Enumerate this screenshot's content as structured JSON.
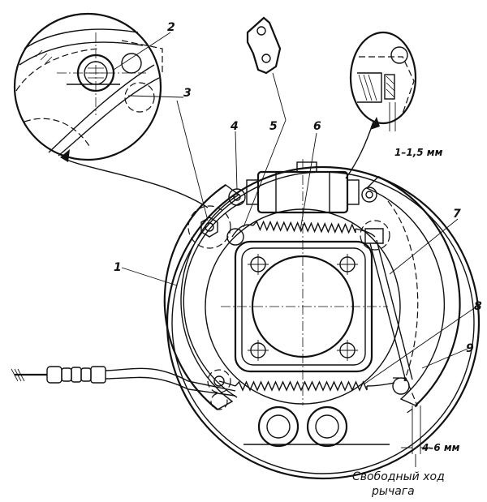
{
  "callouts": [
    "1",
    "2",
    "3",
    "4",
    "5",
    "6",
    "7",
    "8",
    "9"
  ],
  "dimensions": {
    "shoe_gap": "1–1,5 мм",
    "lever_travel": "4–6 мм"
  },
  "caption": {
    "line1": "Свободный ход",
    "line2": "рычага"
  }
}
